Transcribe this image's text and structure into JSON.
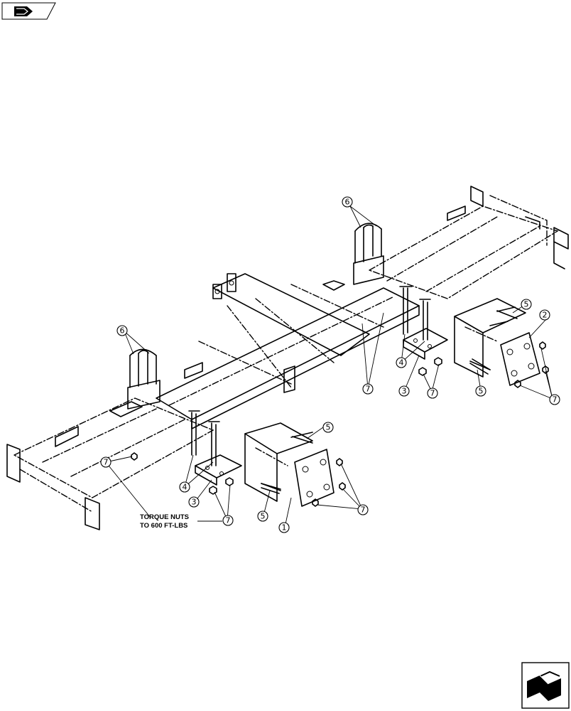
{
  "callouts": {
    "c1": "1",
    "c2": "2",
    "c3a": "3",
    "c3b": "3",
    "c4a": "4",
    "c4b": "4",
    "c5a": "5",
    "c5b": "5",
    "c5c": "5",
    "c5d": "5",
    "c6a": "6",
    "c6b": "6",
    "c7a": "7",
    "c7b": "7",
    "c7c": "7",
    "c7d": "7",
    "c7e": "7",
    "c7f": "7"
  },
  "note": {
    "line1": "TORQUE NUTS",
    "line2": "TO 600 FT-LBS"
  },
  "icons": {
    "top_left": "book-page-icon",
    "bottom_right": "page-turn-icon"
  }
}
